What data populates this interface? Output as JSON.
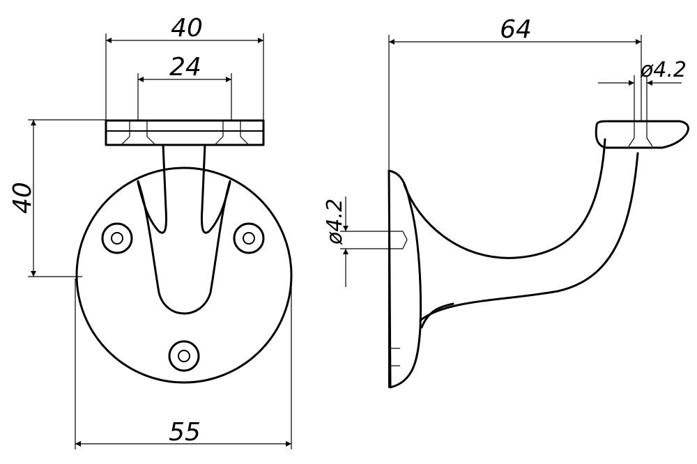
{
  "front_view": {
    "dim_top_outer": "40",
    "dim_top_inner": "24",
    "dim_height": "40",
    "dim_diameter": "55"
  },
  "side_view": {
    "dim_reach": "64",
    "dim_hole_top": "ø4.2",
    "dim_hole_base": "ø4.2"
  }
}
